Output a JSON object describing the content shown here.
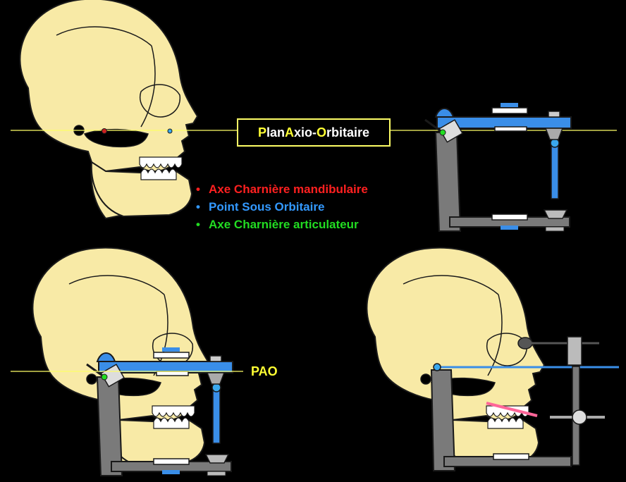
{
  "plan_label": {
    "p1": "P",
    "p2": "lan ",
    "p3": "A",
    "p4": "xio-",
    "p5": "O",
    "p6": "rbitaire"
  },
  "legend": [
    {
      "color": "#ff2020",
      "parts": [
        {
          "t": "A",
          "b": true
        },
        {
          "t": "xe ",
          "b": false
        },
        {
          "t": "C",
          "b": true
        },
        {
          "t": "harnière ",
          "b": false
        },
        {
          "t": "m",
          "b": true
        },
        {
          "t": "andibulaire",
          "b": false
        }
      ]
    },
    {
      "color": "#3399ff",
      "parts": [
        {
          "t": "P",
          "b": true
        },
        {
          "t": "oint ",
          "b": false
        },
        {
          "t": "S",
          "b": true
        },
        {
          "t": "ous ",
          "b": false
        },
        {
          "t": "O",
          "b": true
        },
        {
          "t": "rbitaire",
          "b": false
        }
      ]
    },
    {
      "color": "#22dd22",
      "parts": [
        {
          "t": "A",
          "b": true
        },
        {
          "t": "xe ",
          "b": false
        },
        {
          "t": "C",
          "b": true
        },
        {
          "t": "harnière ",
          "b": false
        },
        {
          "t": "a",
          "b": true
        },
        {
          "t": "rticulateur",
          "b": false
        }
      ]
    }
  ],
  "pao_label": "PAO",
  "colors": {
    "bone": "#f8eaa6",
    "outline": "#1a1a1a",
    "metal": "#7a7a7a",
    "blue": "#3a8ee8",
    "yellow": "#ffff66",
    "red": "#cc2020",
    "green": "#22dd22"
  }
}
